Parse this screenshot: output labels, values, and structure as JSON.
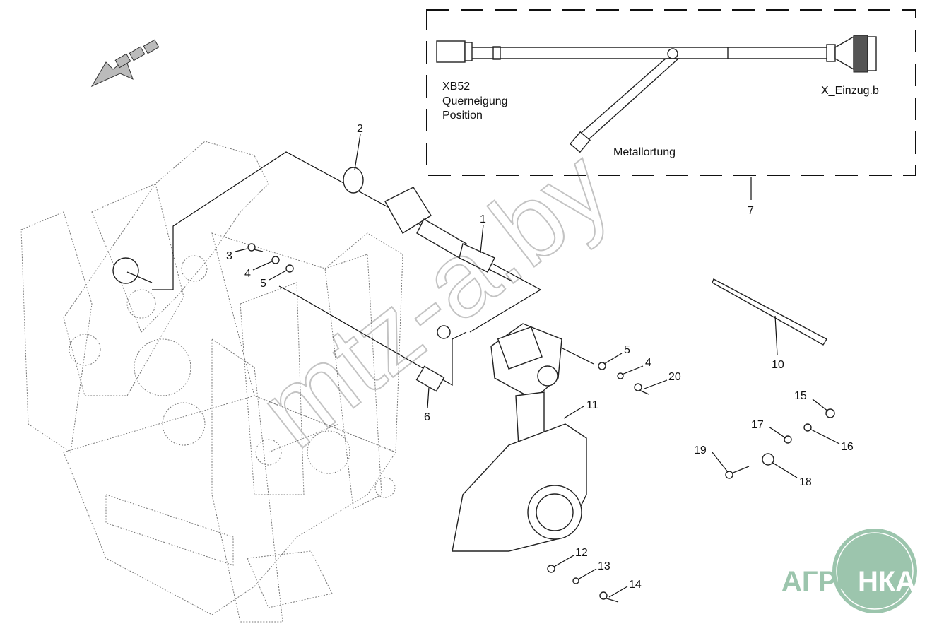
{
  "harness_box": {
    "connector_left": [
      "XB52",
      "Querneigung",
      "Position"
    ],
    "connector_right": "X_Einzug.b",
    "branch": "Metallortung"
  },
  "callouts": [
    "1",
    "2",
    "3",
    "4",
    "5",
    "6",
    "7",
    "10",
    "11",
    "5",
    "4",
    "20",
    "15",
    "17",
    "16",
    "19",
    "18",
    "12",
    "13",
    "14"
  ],
  "watermark": "mtz-a.by",
  "logo": {
    "text": "АГРОНКА",
    "color": "#9cc5ad"
  }
}
